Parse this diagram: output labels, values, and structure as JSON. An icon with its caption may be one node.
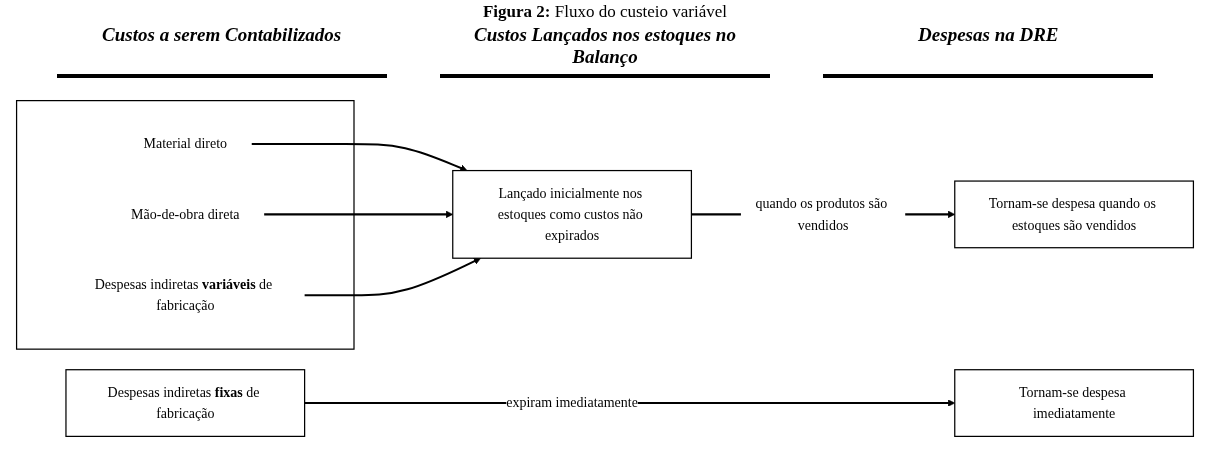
{
  "diagram": {
    "title": "**Figura 2:** Fluxo do custeio variável",
    "nodes": [
      {
        "text": [],
        "shape": "box"
      },
      {
        "text": [
          "Material direto"
        ],
        "in": 0
      },
      {
        "text": [
          "Mão-de-obra direta"
        ],
        "in": 0
      },
      {
        "text": [
          "Despesas indiretas **variáveis** de fabricação"
        ],
        "in": 0
      },
      {
        "text": [
          "Lançado inicialmente nos estoques como custos não expirados"
        ]
      },
      {
        "text": [
          "Tornam-se despesa quando os estoques são vendidos"
        ]
      },
      {
        "text": [
          "Despesas indiretas **fixas** de fabricação"
        ]
      },
      {
        "text": [
          "Tornam-se despesa imediatamente"
        ]
      }
    ],
    "edges": [
      {
        "from": 1,
        "to": 4,
        "arrow": "to"
      },
      {
        "from": 2,
        "to": 4,
        "arrow": "to"
      },
      {
        "from": 3,
        "to": 4,
        "arrow": "to"
      },
      {
        "from": 4,
        "to": 5,
        "arrow": "to",
        "label": "quando os produtos são vendidos"
      },
      {
        "from": 6,
        "to": 7,
        "arrow": "to",
        "label": "expiram imediatamente"
      }
    ],
    "labels": [
      "Custos a serem Contabilizados",
      "Custos Lançados nos estoques no Balanço",
      "Despesas na DRE"
    ]
  }
}
